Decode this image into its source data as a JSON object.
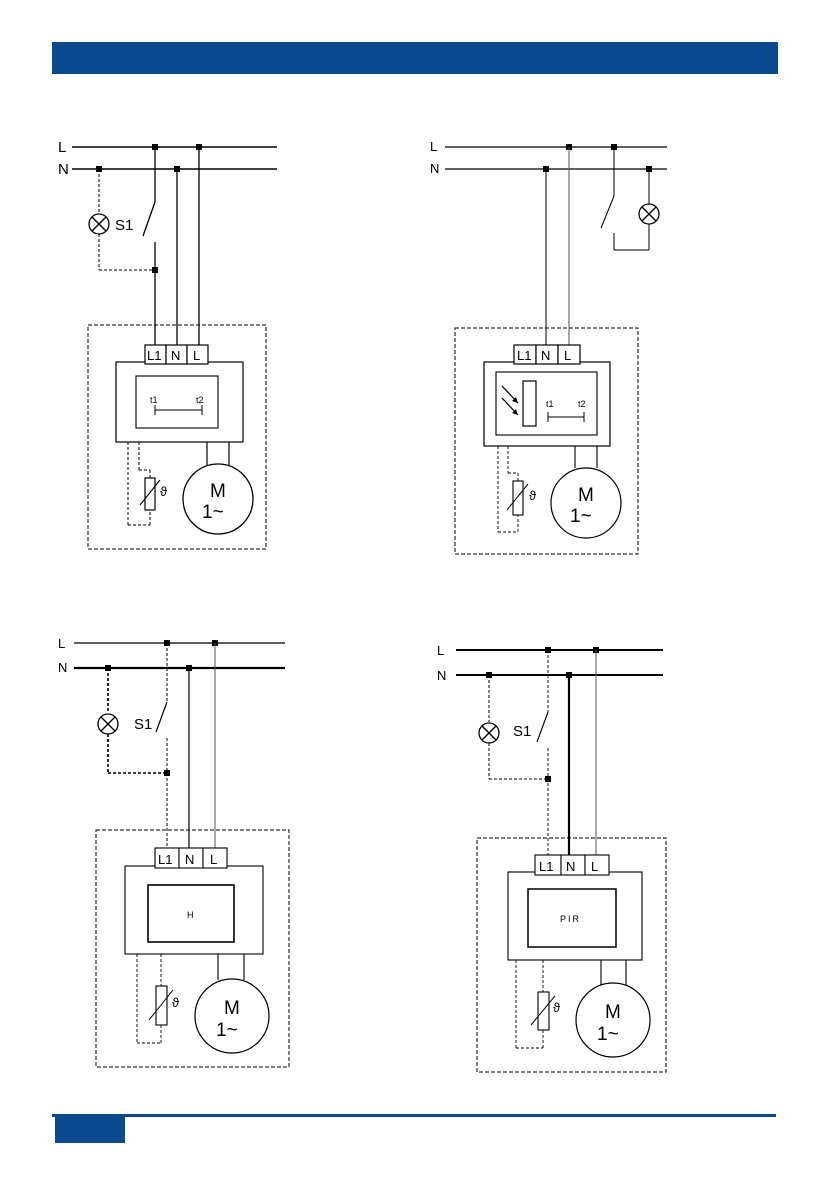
{
  "colors": {
    "header": "#0b4a8f",
    "footer": "#0b4a8f",
    "line": "#000000"
  },
  "diagrams": [
    {
      "line_l": "L",
      "line_n": "N",
      "switch": "S1",
      "terminals": [
        "L1",
        "N",
        "L"
      ],
      "timer_t1": "t1",
      "timer_t2": "t2",
      "motor": "M",
      "motor_sub": "1~",
      "sensor_symbol": "ϑ"
    },
    {
      "line_l": "L",
      "line_n": "N",
      "terminals": [
        "L1",
        "N",
        "L"
      ],
      "timer_t1": "t1",
      "timer_t2": "t2",
      "motor": "M",
      "motor_sub": "1~",
      "sensor_symbol": "ϑ"
    },
    {
      "line_l": "L",
      "line_n": "N",
      "switch": "S1",
      "terminals": [
        "L1",
        "N",
        "L"
      ],
      "module": "H",
      "motor": "M",
      "motor_sub": "1~",
      "sensor_symbol": "ϑ"
    },
    {
      "line_l": "L",
      "line_n": "N",
      "switch": "S1",
      "terminals": [
        "L1",
        "N",
        "L"
      ],
      "module": "PIR",
      "motor": "M",
      "motor_sub": "1~",
      "sensor_symbol": "ϑ"
    }
  ]
}
